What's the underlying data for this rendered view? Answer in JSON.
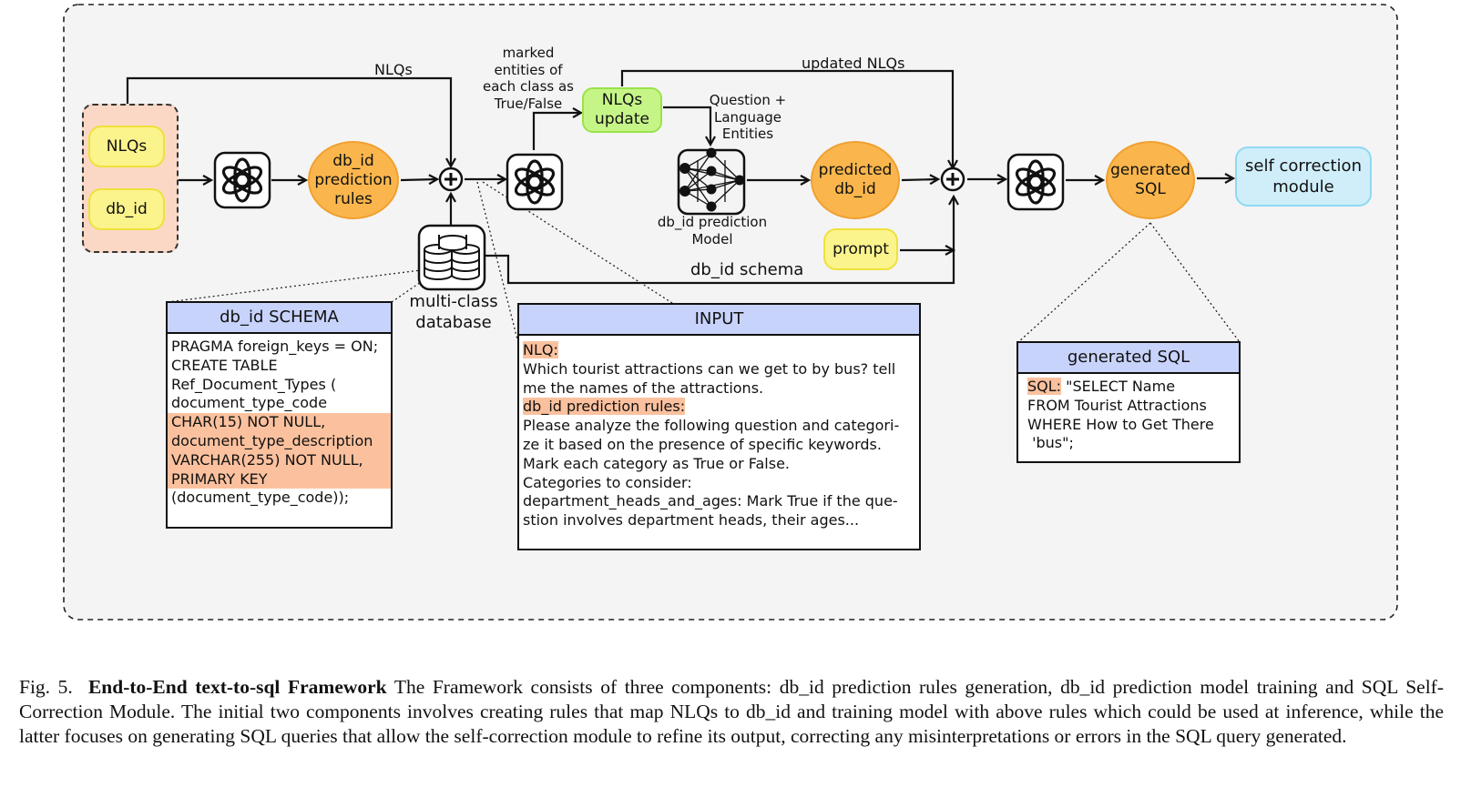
{
  "diagram": {
    "edge_labels": {
      "nlqs": "NLQs",
      "marked": [
        "marked",
        "entities of",
        "each class as",
        "True/False"
      ],
      "updated_nlqs": "updated NLQs",
      "question_entities": [
        "Question +",
        "Language",
        "Entities"
      ],
      "db_id_schema": "db_id schema"
    },
    "nodes": {
      "nlqs": "NLQs",
      "db_id": "db_id",
      "db_id_prediction_rules": [
        "db_id",
        "prediction",
        "rules"
      ],
      "nlqs_update": [
        "NLQs",
        "update"
      ],
      "model_label": [
        "db_id prediction",
        "Model"
      ],
      "predicted_db_id": [
        "predicted",
        "db_id"
      ],
      "prompt": "prompt",
      "generated_sql": [
        "generated",
        "SQL"
      ],
      "self_correction": [
        "self correction",
        "module"
      ],
      "database_label": [
        "multi-class",
        "database"
      ]
    },
    "schema_box": {
      "title": "db_id SCHEMA",
      "lines": [
        "PRAGMA foreign_keys = ON;",
        "CREATE TABLE",
        "Ref_Document_Types (",
        "document_type_code"
      ],
      "highlighted_lines": [
        "CHAR(15) NOT NULL,",
        "document_type_description",
        "VARCHAR(255) NOT NULL,",
        "PRIMARY KEY"
      ],
      "tail_lines": [
        "(document_type_code));"
      ]
    },
    "input_box": {
      "title": "INPUT",
      "nlq_label": "NLQ:",
      "nlq_lines": [
        "Which tourist attractions can we get to by bus? tell",
        "me the names of the attractions."
      ],
      "rules_label": "db_id prediction rules:",
      "rules_lines": [
        "Please analyze the following question and categori-",
        "ze it based on the presence of specific keywords.",
        "Mark each category as True or False.",
        "Categories to consider:",
        "department_heads_and_ages: Mark True if the que-",
        "stion involves department heads, their ages..."
      ]
    },
    "sql_box": {
      "title": "generated SQL",
      "sql_label": "SQL:",
      "sql_first": " \"SELECT Name",
      "sql_lines": [
        "FROM Tourist Attractions",
        "WHERE How to Get There",
        " 'bus\";"
      ]
    },
    "icons": {
      "llm": "openai-logo-icon",
      "merge": "plus-merge-icon",
      "database": "database-stack-icon",
      "network": "neural-network-icon"
    },
    "colors": {
      "panel_bg": "#f4f4f4",
      "yellow": "#fbf38c",
      "green": "#c6f587",
      "orange": "#fab64c",
      "blue": "#cfeefa",
      "highlight": "#fbc19e",
      "box_header": "#c8d3fb"
    }
  },
  "caption": {
    "fig_label": "Fig. 5.",
    "title": "End-to-End text-to-sql Framework",
    "body": "The Framework consists of three components: db_id prediction rules generation, db_id prediction model training and SQL Self-Correction Module. The initial two components involves creating rules that map NLQs to db_id and training model with above rules which could be used at inference, while the latter focuses on generating SQL queries that allow the self-correction module to refine its output, correcting any misinterpretations or errors in the SQL query generated."
  }
}
